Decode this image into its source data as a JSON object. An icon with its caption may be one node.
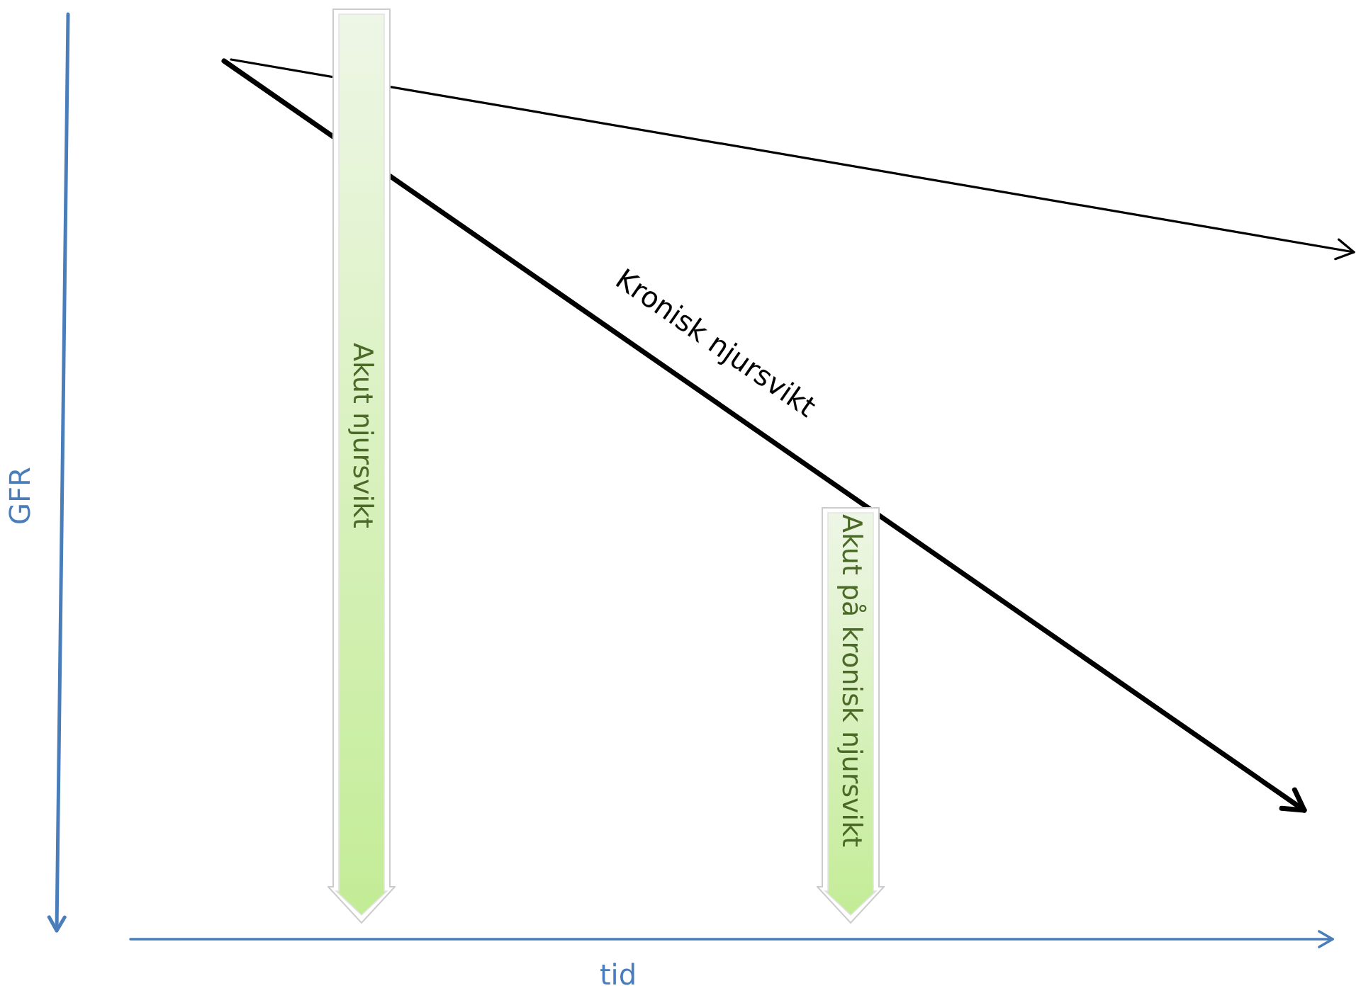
{
  "diagram": {
    "nodes": [
      {
        "text": [
          "Akut njursvikt"
        ]
      },
      {
        "text": [
          "Akut på kronisk njursvikt"
        ]
      }
    ],
    "labels": [
      "GFR",
      "Kronisk njursvikt",
      "tid"
    ]
  }
}
